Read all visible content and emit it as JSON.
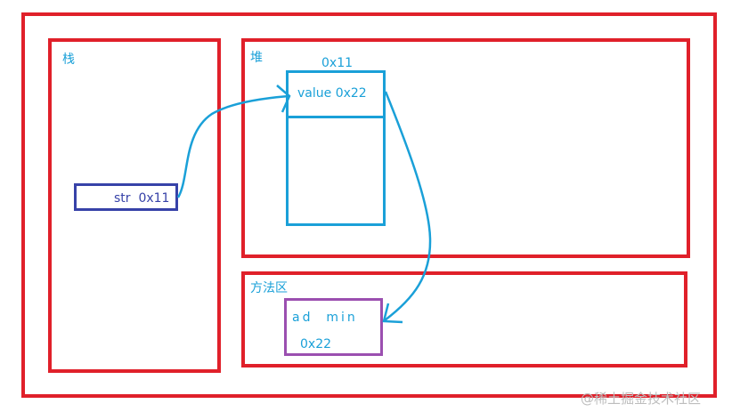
{
  "stack": {
    "label": "栈",
    "ref_text": "str  0x11"
  },
  "heap": {
    "label": "堆",
    "object_address": "0x11",
    "field_text": "value 0x22"
  },
  "method_area": {
    "label": "方法区",
    "string_value": "ad  min",
    "string_address": "0x22"
  },
  "watermark": "@稀土掘金技术社区",
  "colors": {
    "frame": "#e0202a",
    "accent": "#1aa0d8",
    "ref_box": "#3742a8",
    "const_box": "#9b4fb0"
  }
}
